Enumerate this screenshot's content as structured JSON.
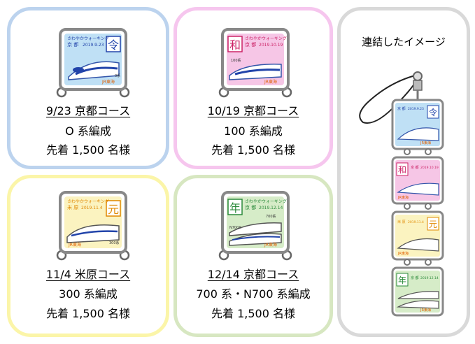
{
  "colors": {
    "blue_border": "#bcd3ee",
    "pink_border": "#f6c6ee",
    "yellow_border": "#fbf5a8",
    "green_border": "#d7e7c1",
    "gray_border": "#d9d9d9"
  },
  "courses": [
    {
      "course_title": "9/23 京都コース",
      "train_type": "O 系編成",
      "limit": "先着 1,500 名様",
      "card": {
        "kanji": "令",
        "walk": "さわやかウォーキング",
        "place": "京 都",
        "date": "2019.9.23",
        "jr": "JR東海",
        "model": "0系"
      }
    },
    {
      "course_title": "10/19 京都コース",
      "train_type": "100 系編成",
      "limit": "先着 1,500 名様",
      "card": {
        "kanji": "和",
        "walk": "さわやかウォーキング",
        "place": "京 都",
        "date": "2019.10.19",
        "jr": "JR東海",
        "model": "100系"
      }
    },
    {
      "course_title": "11/4 米原コース",
      "train_type": "300 系編成",
      "limit": "先着 1,500 名様",
      "card": {
        "kanji": "元",
        "walk": "さわやかウォーキング",
        "place": "米 原",
        "date": "2019.11.4",
        "jr": "JR東海",
        "model": "300系"
      }
    },
    {
      "course_title": "12/14 京都コース",
      "train_type": "700 系・N700 系編成",
      "limit": "先着 1,500 名様",
      "card": {
        "kanji": "年",
        "walk": "さわやかウォーキング",
        "place": "京 都",
        "date": "2019.12.14",
        "jr": "JR東海",
        "model": "700系",
        "model2": "N700A"
      }
    }
  ],
  "connected": {
    "title": "連結したイメージ"
  }
}
